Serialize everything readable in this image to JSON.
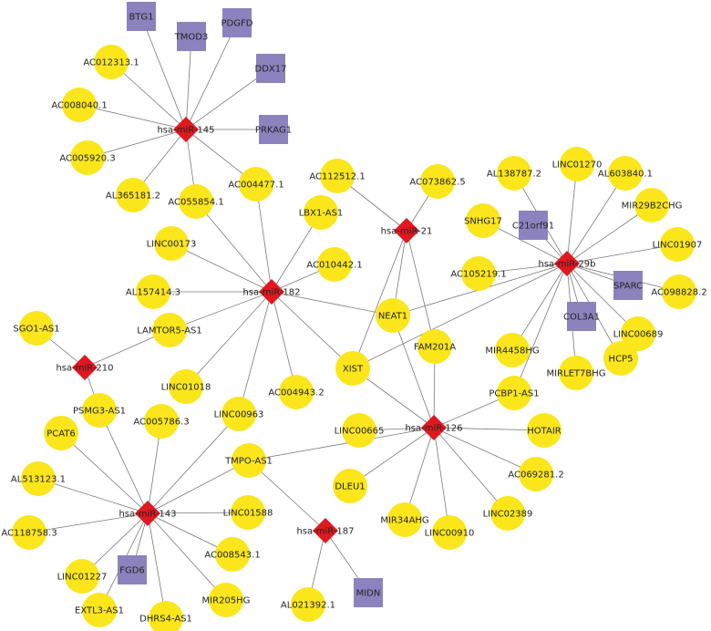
{
  "colors": {
    "lncRNA": "#fbe61c",
    "mRNA": "#8c82be",
    "miRNA": "#e01820",
    "edge": "#7a7a7a"
  },
  "nodes": [
    {
      "id": "hsa-miR-145",
      "type": "mirna"
    },
    {
      "id": "hsa-miR-21",
      "type": "mirna"
    },
    {
      "id": "hsa-miR-29b",
      "type": "mirna"
    },
    {
      "id": "hsa-miR-182",
      "type": "mirna"
    },
    {
      "id": "hsa-miR-210",
      "type": "mirna"
    },
    {
      "id": "hsa-miR-126",
      "type": "mirna"
    },
    {
      "id": "hsa-miR-143",
      "type": "mirna"
    },
    {
      "id": "hsa-miR-187",
      "type": "mirna"
    },
    {
      "id": "BTG1",
      "type": "mrna"
    },
    {
      "id": "TMOD3",
      "type": "mrna"
    },
    {
      "id": "PDGFD",
      "type": "mrna"
    },
    {
      "id": "DDX17",
      "type": "mrna"
    },
    {
      "id": "PRKAG1",
      "type": "mrna"
    },
    {
      "id": "C21orf91",
      "type": "mrna"
    },
    {
      "id": "SPARC",
      "type": "mrna"
    },
    {
      "id": "COL3A1",
      "type": "mrna"
    },
    {
      "id": "FGD6",
      "type": "mrna"
    },
    {
      "id": "MIDN",
      "type": "mrna"
    },
    {
      "id": "AC012313.1",
      "type": "lnc"
    },
    {
      "id": "AC008040.1",
      "type": "lnc"
    },
    {
      "id": "AC005920.3",
      "type": "lnc"
    },
    {
      "id": "AL365181.2",
      "type": "lnc"
    },
    {
      "id": "AC055854.1",
      "type": "lnc"
    },
    {
      "id": "AC004477.1",
      "type": "lnc"
    },
    {
      "id": "AC112512.1",
      "type": "lnc"
    },
    {
      "id": "AC073862.5",
      "type": "lnc"
    },
    {
      "id": "AL138787.2",
      "type": "lnc"
    },
    {
      "id": "LINC01270",
      "type": "lnc"
    },
    {
      "id": "AL603840.1",
      "type": "lnc"
    },
    {
      "id": "MIR29B2CHG",
      "type": "lnc"
    },
    {
      "id": "SNHG17",
      "type": "lnc"
    },
    {
      "id": "LINC01907",
      "type": "lnc"
    },
    {
      "id": "AC098828.2",
      "type": "lnc"
    },
    {
      "id": "AC105219.1",
      "type": "lnc"
    },
    {
      "id": "LINC00689",
      "type": "lnc"
    },
    {
      "id": "HCP5",
      "type": "lnc"
    },
    {
      "id": "MIRLET7BHG",
      "type": "lnc"
    },
    {
      "id": "LBX1-AS1",
      "type": "lnc"
    },
    {
      "id": "LINC00173",
      "type": "lnc"
    },
    {
      "id": "AC010442.1",
      "type": "lnc"
    },
    {
      "id": "AL157414.3",
      "type": "lnc"
    },
    {
      "id": "NEAT1",
      "type": "lnc"
    },
    {
      "id": "SGO1-AS1",
      "type": "lnc"
    },
    {
      "id": "LAMTOR5-AS1",
      "type": "lnc"
    },
    {
      "id": "MIR4458HG",
      "type": "lnc"
    },
    {
      "id": "FAM201A",
      "type": "lnc"
    },
    {
      "id": "LINC01018",
      "type": "lnc"
    },
    {
      "id": "XIST",
      "type": "lnc"
    },
    {
      "id": "AC004943.2",
      "type": "lnc"
    },
    {
      "id": "PCBP1-AS1",
      "type": "lnc"
    },
    {
      "id": "PSMG3-AS1",
      "type": "lnc"
    },
    {
      "id": "AC005786.3",
      "type": "lnc"
    },
    {
      "id": "LINC00963",
      "type": "lnc"
    },
    {
      "id": "PCAT6",
      "type": "lnc"
    },
    {
      "id": "LINC00665",
      "type": "lnc"
    },
    {
      "id": "HOTAIR",
      "type": "lnc"
    },
    {
      "id": "TMPO-AS1",
      "type": "lnc"
    },
    {
      "id": "AC069281.2",
      "type": "lnc"
    },
    {
      "id": "AL513123.1",
      "type": "lnc"
    },
    {
      "id": "DLEU1",
      "type": "lnc"
    },
    {
      "id": "LINC02389",
      "type": "lnc"
    },
    {
      "id": "AC118758.3",
      "type": "lnc"
    },
    {
      "id": "LINC01588",
      "type": "lnc"
    },
    {
      "id": "MIR34AHG",
      "type": "lnc"
    },
    {
      "id": "LINC00910",
      "type": "lnc"
    },
    {
      "id": "AC008543.1",
      "type": "lnc"
    },
    {
      "id": "LINC01227",
      "type": "lnc"
    },
    {
      "id": "MIR205HG",
      "type": "lnc"
    },
    {
      "id": "EXTL3-AS1",
      "type": "lnc"
    },
    {
      "id": "DHRS4-AS1",
      "type": "lnc"
    },
    {
      "id": "AL021392.1",
      "type": "lnc"
    }
  ],
  "edges": [
    [
      "hsa-miR-145",
      "BTG1"
    ],
    [
      "hsa-miR-145",
      "TMOD3"
    ],
    [
      "hsa-miR-145",
      "PDGFD"
    ],
    [
      "hsa-miR-145",
      "DDX17"
    ],
    [
      "hsa-miR-145",
      "PRKAG1"
    ],
    [
      "hsa-miR-145",
      "AC012313.1"
    ],
    [
      "hsa-miR-145",
      "AC008040.1"
    ],
    [
      "hsa-miR-145",
      "AC005920.3"
    ],
    [
      "hsa-miR-145",
      "AL365181.2"
    ],
    [
      "hsa-miR-145",
      "AC055854.1"
    ],
    [
      "hsa-miR-145",
      "AC004477.1"
    ],
    [
      "hsa-miR-21",
      "AC112512.1"
    ],
    [
      "hsa-miR-21",
      "AC073862.5"
    ],
    [
      "hsa-miR-21",
      "NEAT1"
    ],
    [
      "hsa-miR-21",
      "XIST"
    ],
    [
      "hsa-miR-21",
      "FAM201A"
    ],
    [
      "hsa-miR-29b",
      "AL138787.2"
    ],
    [
      "hsa-miR-29b",
      "LINC01270"
    ],
    [
      "hsa-miR-29b",
      "AL603840.1"
    ],
    [
      "hsa-miR-29b",
      "MIR29B2CHG"
    ],
    [
      "hsa-miR-29b",
      "SNHG17"
    ],
    [
      "hsa-miR-29b",
      "C21orf91"
    ],
    [
      "hsa-miR-29b",
      "LINC01907"
    ],
    [
      "hsa-miR-29b",
      "AC098828.2"
    ],
    [
      "hsa-miR-29b",
      "SPARC"
    ],
    [
      "hsa-miR-29b",
      "AC105219.1"
    ],
    [
      "hsa-miR-29b",
      "COL3A1"
    ],
    [
      "hsa-miR-29b",
      "LINC00689"
    ],
    [
      "hsa-miR-29b",
      "HCP5"
    ],
    [
      "hsa-miR-29b",
      "MIRLET7BHG"
    ],
    [
      "hsa-miR-29b",
      "NEAT1"
    ],
    [
      "hsa-miR-29b",
      "XIST"
    ],
    [
      "hsa-miR-29b",
      "MIR4458HG"
    ],
    [
      "hsa-miR-29b",
      "PCBP1-AS1"
    ],
    [
      "hsa-miR-182",
      "AC055854.1"
    ],
    [
      "hsa-miR-182",
      "AC004477.1"
    ],
    [
      "hsa-miR-182",
      "LBX1-AS1"
    ],
    [
      "hsa-miR-182",
      "LINC00173"
    ],
    [
      "hsa-miR-182",
      "AC010442.1"
    ],
    [
      "hsa-miR-182",
      "AL157414.3"
    ],
    [
      "hsa-miR-182",
      "LAMTOR5-AS1"
    ],
    [
      "hsa-miR-182",
      "LINC01018"
    ],
    [
      "hsa-miR-182",
      "AC004943.2"
    ],
    [
      "hsa-miR-182",
      "NEAT1"
    ],
    [
      "hsa-miR-182",
      "XIST"
    ],
    [
      "hsa-miR-182",
      "LINC00963"
    ],
    [
      "hsa-miR-210",
      "SGO1-AS1"
    ],
    [
      "hsa-miR-210",
      "LAMTOR5-AS1"
    ],
    [
      "hsa-miR-210",
      "PSMG3-AS1"
    ],
    [
      "hsa-miR-126",
      "NEAT1"
    ],
    [
      "hsa-miR-126",
      "XIST"
    ],
    [
      "hsa-miR-126",
      "FAM201A"
    ],
    [
      "hsa-miR-126",
      "PCBP1-AS1"
    ],
    [
      "hsa-miR-126",
      "LINC00665"
    ],
    [
      "hsa-miR-126",
      "HOTAIR"
    ],
    [
      "hsa-miR-126",
      "AC069281.2"
    ],
    [
      "hsa-miR-126",
      "LINC02389"
    ],
    [
      "hsa-miR-126",
      "LINC00910"
    ],
    [
      "hsa-miR-126",
      "MIR34AHG"
    ],
    [
      "hsa-miR-126",
      "DLEU1"
    ],
    [
      "hsa-miR-126",
      "TMPO-AS1"
    ],
    [
      "hsa-miR-143",
      "PSMG3-AS1"
    ],
    [
      "hsa-miR-143",
      "AC005786.3"
    ],
    [
      "hsa-miR-143",
      "LINC00963"
    ],
    [
      "hsa-miR-143",
      "PCAT6"
    ],
    [
      "hsa-miR-143",
      "AL513123.1"
    ],
    [
      "hsa-miR-143",
      "AC118758.3"
    ],
    [
      "hsa-miR-143",
      "LINC01227"
    ],
    [
      "hsa-miR-143",
      "FGD6"
    ],
    [
      "hsa-miR-143",
      "EXTL3-AS1"
    ],
    [
      "hsa-miR-143",
      "DHRS4-AS1"
    ],
    [
      "hsa-miR-143",
      "MIR205HG"
    ],
    [
      "hsa-miR-143",
      "AC008543.1"
    ],
    [
      "hsa-miR-143",
      "LINC01588"
    ],
    [
      "hsa-miR-143",
      "TMPO-AS1"
    ],
    [
      "hsa-miR-187",
      "TMPO-AS1"
    ],
    [
      "hsa-miR-187",
      "MIDN"
    ],
    [
      "hsa-miR-187",
      "AL021392.1"
    ]
  ]
}
